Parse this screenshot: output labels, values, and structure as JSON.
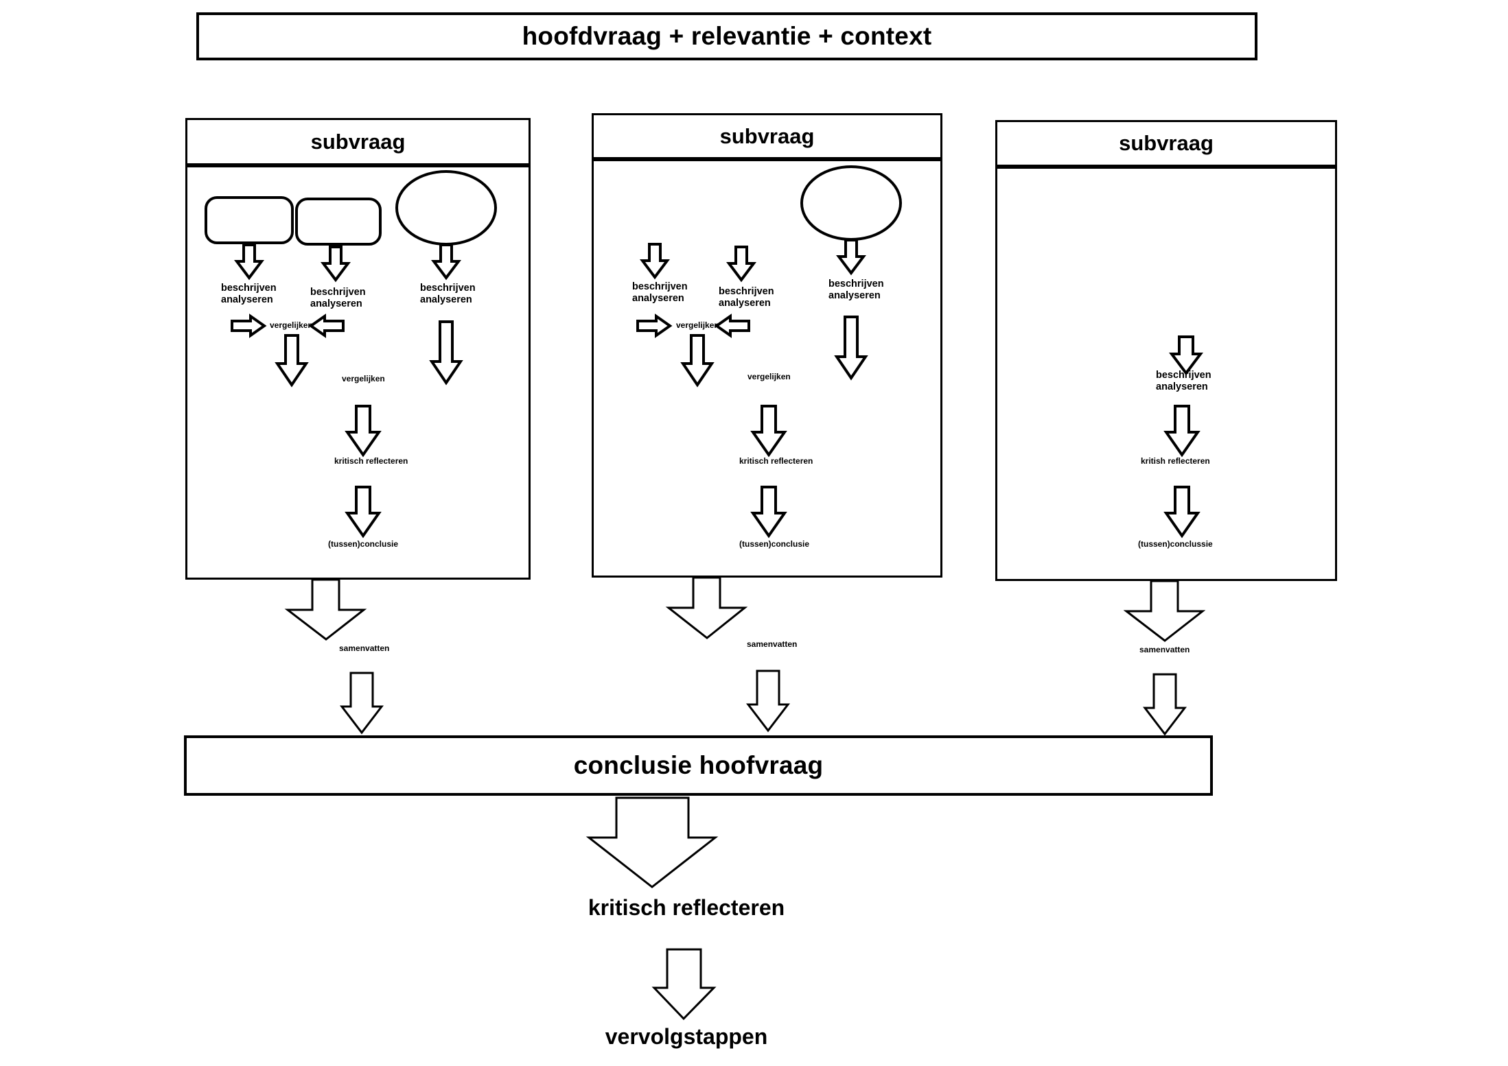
{
  "diagram": {
    "title_box": {
      "label": "hoofdvraag + relevantie + context"
    },
    "columns": [
      {
        "header": "subvraag",
        "shapes": [
          "rounded-rectangle",
          "rounded-rectangle",
          "ellipse"
        ],
        "labels": {
          "describe_1": "beschrijven\nanalyseren",
          "describe_2": "beschrijven\nanalyseren",
          "describe_3": "beschrijven\nanalyseren",
          "compare_1": "vergelijken",
          "compare_2": "vergelijken",
          "reflect": "kritisch reflecteren",
          "conclusion": "(tussen)conclusie"
        },
        "summarize": "samenvatten"
      },
      {
        "header": "subvraag",
        "shapes": [
          "star",
          "star",
          "ellipse"
        ],
        "labels": {
          "describe_1": "beschrijven\nanalyseren",
          "describe_2": "beschrijven\nanalyseren",
          "describe_3": "beschrijven\nanalyseren",
          "compare_1": "vergelijken",
          "compare_2": "vergelijken",
          "reflect": "kritisch reflecteren",
          "conclusion": "(tussen)conclusie"
        },
        "summarize": "samenvatten"
      },
      {
        "header": "subvraag",
        "shapes": [
          "pentagon",
          "pentagon",
          "pentagon",
          "pentagon",
          "pentagon"
        ],
        "labels": {
          "describe_1": "beschrijven\nanalyseren",
          "reflect": "kritish reflecteren",
          "conclusion": "(tussen)conclussie"
        },
        "summarize": "samenvatten"
      }
    ],
    "conclusion_box": {
      "label": "conclusie hoofvraag"
    },
    "reflect_final": "kritisch reflecteren",
    "next_steps": "vervolgstappen"
  },
  "colors": {
    "stroke": "#000000",
    "background": "#ffffff"
  }
}
